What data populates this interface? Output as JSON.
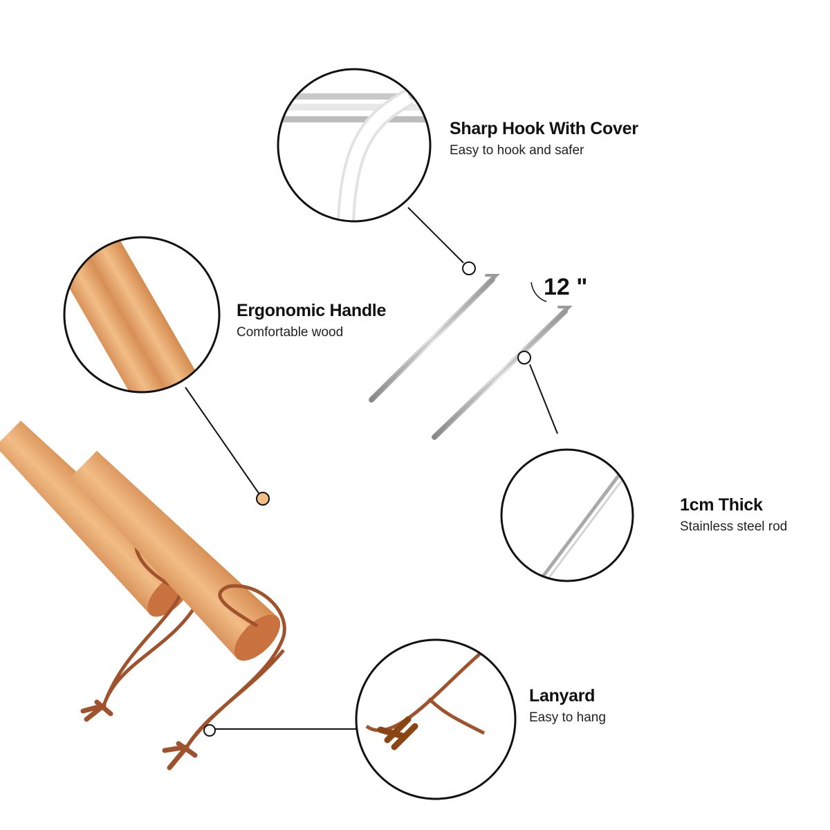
{
  "features": [
    {
      "title": "Sharp Hook With Cover",
      "subtitle": "Easy to hook and safer"
    },
    {
      "title": "Ergonomic Handle",
      "subtitle": "Comfortable wood"
    },
    {
      "title": "1cm Thick",
      "subtitle": "Stainless steel rod"
    },
    {
      "title": "Lanyard",
      "subtitle": "Easy to hang"
    }
  ],
  "length_label": "12 \"",
  "colors": {
    "wood": "#e8a86a",
    "wood_dark": "#d08850",
    "leather": "#a0522d",
    "steel": "#b8b8b8",
    "line": "#111111"
  }
}
